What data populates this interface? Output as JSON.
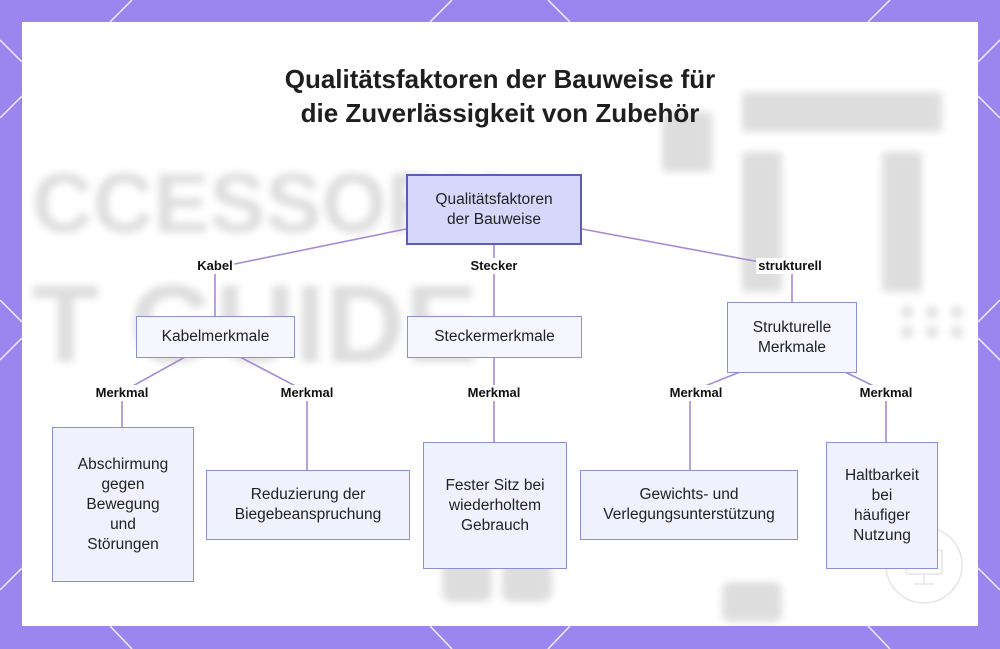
{
  "title_line1": "Qualitätsfaktoren der Bauweise für",
  "title_line2": "die Zuverlässigkeit von Zubehör",
  "colors": {
    "frame": "#9b85ee",
    "edge": "#a58ad8",
    "node_fill": "#f0f1fe",
    "root_fill": "#d6d7fb",
    "root_border": "#5a5fb5"
  },
  "root": {
    "label": "Qualitätsfaktoren der Bauweise"
  },
  "branches": [
    {
      "edge": "Kabel",
      "label": "Kabelmerkmale"
    },
    {
      "edge": "Stecker",
      "label": "Steckermerkmale"
    },
    {
      "edge": "strukturell",
      "label": "Strukturelle Merkmale"
    }
  ],
  "leaves": [
    {
      "edge": "Merkmal",
      "label": "Abschirmung gegen Bewegung und Störungen"
    },
    {
      "edge": "Merkmal",
      "label": "Reduzierung der Biegebeanspruchung"
    },
    {
      "edge": "Merkmal",
      "label": "Fester Sitz bei wiederholtem Gebrauch"
    },
    {
      "edge": "Merkmal",
      "label": "Gewichts- und Verlegungsunterstützung"
    },
    {
      "edge": "Merkmal",
      "label": "Haltbarkeit bei häufiger Nutzung"
    }
  ],
  "watermark_text": [
    "CCESSORY",
    "T GUIDE"
  ]
}
